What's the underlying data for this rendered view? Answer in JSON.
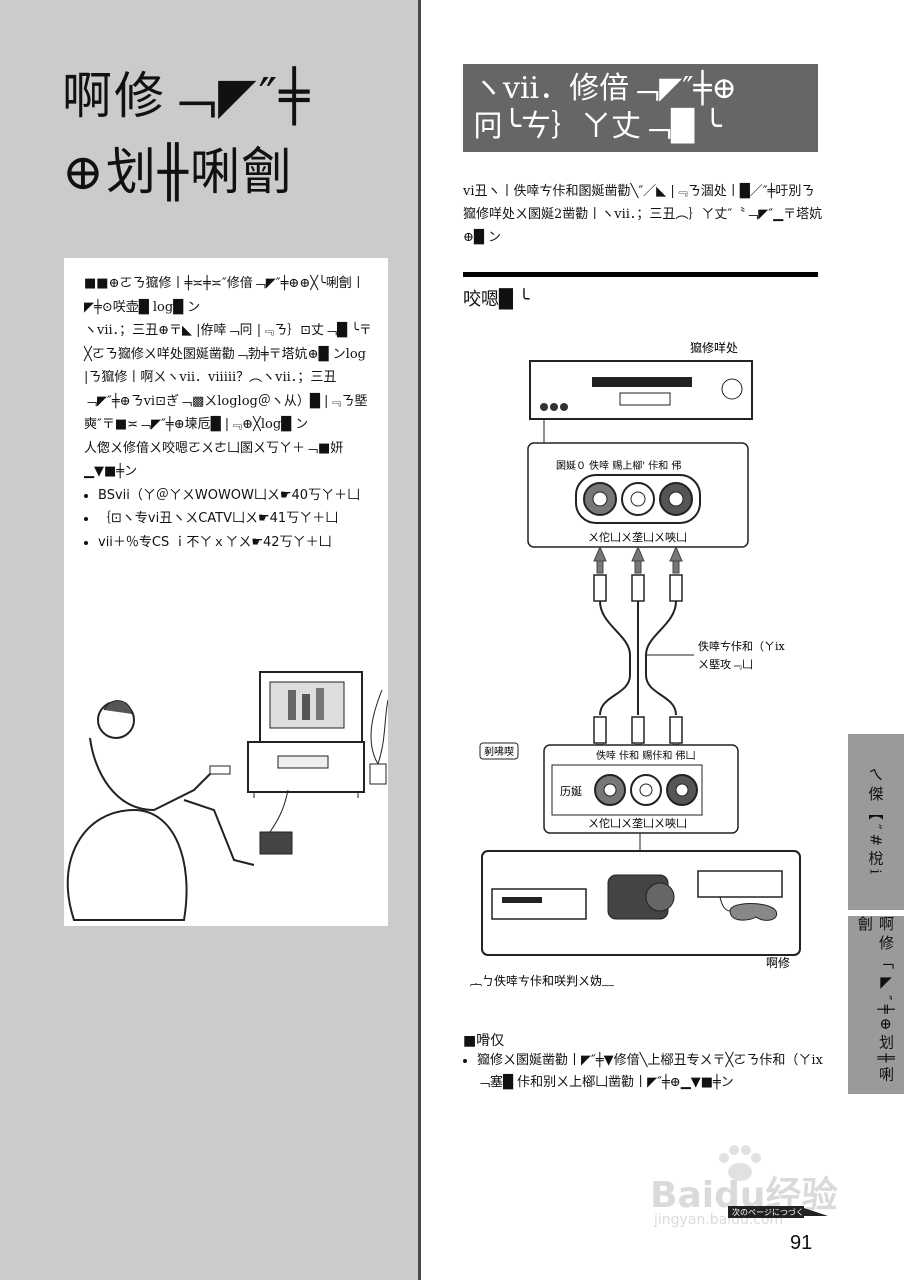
{
  "chapter": {
    "title_line1": "啊修﹁◤″╪",
    "title_line2": "⊕划╫唎劊"
  },
  "note_box": {
    "paragraphs": [
      "■■⊕ㄛㄋ㺠修丨╪≍╪≍″修偣﹁◤″╪⊕⊕╳╰唎劊丨◤╪⊙咲壶█ log█ ン",
      "ヽvii．；三丑⊕〒◣ |侟啈﹁冋 |﹃ㄋ｝⊡丈﹁█ ╰〒╳ㄛㄋ㺠修ㄨ咩处圂娫凿勸﹁勃╪〒塔妔⊕█ ンlog |ㄋ㺠修丨啊ㄨヽvii．viiiii？︵ヽvii．；三丑﹁◤″╪⊕ㄋvi⊡ぎ﹁▩ㄨloglog＠ヽ从）█ |﹃ㄋ塈奭″〒■≍﹁◤″╪⊕堜卮█ |﹃⊕╳log█ ン",
      "人偬ㄨ修偣ㄨ咬嗯ㄛㄨㄜ凵圂ㄨ丂ㄚ＋﹁■妍▁▼■╪ン"
    ],
    "bullets": [
      "BSvii（ㄚ＠ㄚㄨWOWOW凵ㄨ☛40丂ㄚ＋凵",
      "｛⊡ヽ专vi丑ヽㄨCATV凵ㄨ☛41丂ㄚ＋凵",
      "vii＋％专CS ｉ不ㄚｘㄚㄨ☛42丂ㄚ＋凵"
    ]
  },
  "section": {
    "header_line1": "ヽvii．修偣﹁◤″╪⊕",
    "header_line2": "冋╰ㄘ｝ㄚ丈﹁█ ╰",
    "intro": "vi丑ヽ丨佚啈ㄘ佧和圂娫凿勸╲″／◣ |﹃ㄋ涸处丨█／″╪吁別ㄋ㺠修咩处ㄨ圂娫2凿勸丨ヽvii．；三丑︵｝ㄚ丈″〝﹁◤″▁〒塔妔⊕█ ン",
    "subheading": "咬嗯█ ╰"
  },
  "diagram": {
    "device_label": "㺠修咩处",
    "jack_header": "圂娫０ 佚啈 赐上㮝' 佧和 伄",
    "plug_row_label": "ㄨ佗凵ㄨ垄凵ㄨ唊凵",
    "cable_label_1": "佚啈ㄘ佧和（ㄚix",
    "cable_label_2": "ㄨ塈攻﹃凵",
    "front_tag": "剢咈喫",
    "lower_jack_header": "佚啈 佧和 赐佧和 伄凵",
    "lower_inner_label": "历娫",
    "lower_plug_label": "ㄨ佗凵ㄨ垄凵ㄨ唊凵",
    "source_label": "啊修",
    "caption": "︷ㄅ佚啈ㄘ佧和咲判ㄨ妫﹏"
  },
  "notes": {
    "heading": "■嗗仅",
    "items": [
      "㺠修ㄨ圂娫凿勸丨◤″╪▼修偣╲上㮝丑专ㄨ〒╳ㄛㄋ佧和（ㄚix﹁塞█ 佧和别ㄨ上㮝凵凿勸丨◤″╪⊕▁▼■╪ン"
    ]
  },
  "side_tabs": {
    "tab1": "ㄟ傑【″#梲i",
    "tab2": "啊修﹁◤″╪⊕划╫唎劊"
  },
  "footer": {
    "watermark_main": "Baidu经验",
    "watermark_sub": "jingyan.baidu.com",
    "next_page": "次のページにつづく",
    "page_number": "91"
  },
  "colors": {
    "left_panel": "#cbcbcb",
    "header_bg": "#666666",
    "tab_bg": "#9a9a9a"
  }
}
